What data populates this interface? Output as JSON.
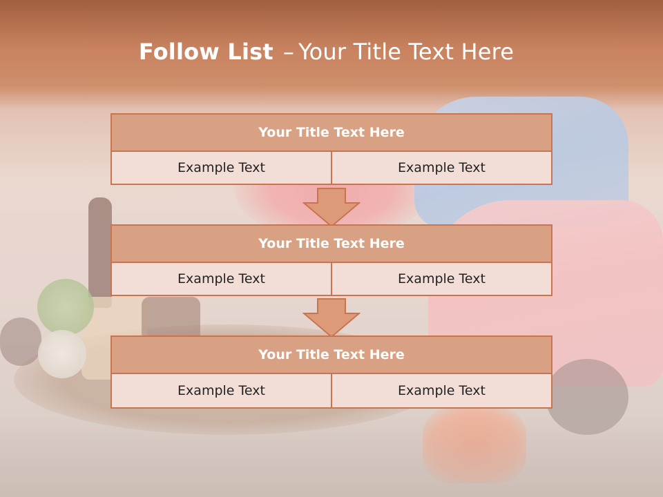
{
  "slide": {
    "title_bold": "Follow List",
    "title_separator": "–",
    "title_rest": "Your Title Text Here"
  },
  "steps": [
    {
      "title": "Your Title Text Here",
      "left": "Example Text",
      "right": "Example Text"
    },
    {
      "title": "Your Title Text Here",
      "left": "Example Text",
      "right": "Example Text"
    },
    {
      "title": "Your Title Text Here",
      "left": "Example Text",
      "right": "Example Text"
    }
  ],
  "colors": {
    "header": "#c8825f",
    "title_box": "#d9a183",
    "border": "#c97451",
    "cell": "#f2ded7",
    "arrow_fill": "#dc9a78"
  },
  "icons": [
    "down-arrow-icon",
    "down-arrow-icon"
  ]
}
